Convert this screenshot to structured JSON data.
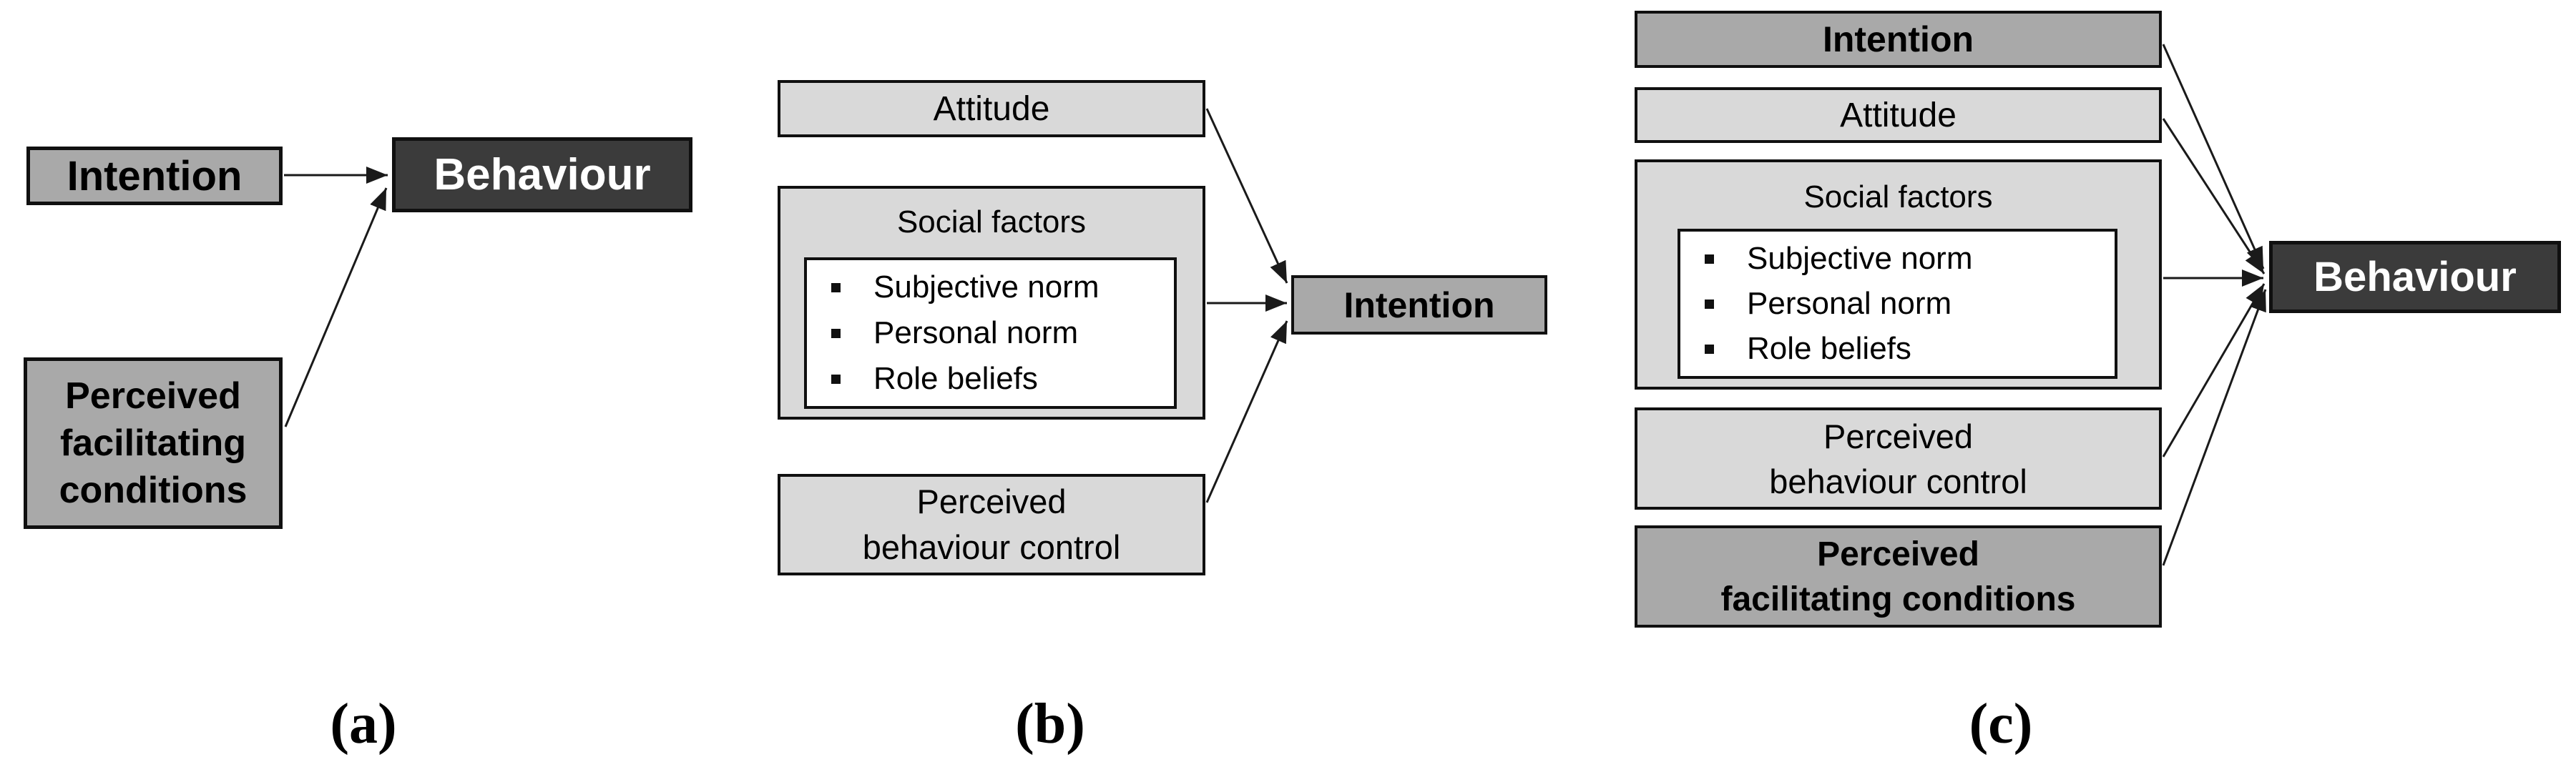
{
  "figure": {
    "panel_a": {
      "caption": "(a)",
      "intention": "Intention",
      "behaviour": "Behaviour",
      "perceived_facilitating_conditions": [
        "Perceived",
        "facilitating",
        "conditions"
      ]
    },
    "panel_b": {
      "caption": "(b)",
      "attitude": "Attitude",
      "social_factors": "Social factors",
      "social_factors_items": [
        "Subjective norm",
        "Personal norm",
        "Role beliefs"
      ],
      "perceived_behaviour_control": [
        "Perceived",
        "behaviour control"
      ],
      "intention": "Intention"
    },
    "panel_c": {
      "caption": "(c)",
      "intention": "Intention",
      "attitude": "Attitude",
      "social_factors": "Social factors",
      "social_factors_items": [
        "Subjective norm",
        "Personal norm",
        "Role beliefs"
      ],
      "perceived_behaviour_control": [
        "Perceived",
        "behaviour control"
      ],
      "perceived_facilitating_conditions": [
        "Perceived",
        "facilitating conditions"
      ],
      "behaviour": "Behaviour"
    },
    "colors": {
      "medium_gray": "#a9a9a9",
      "light_gray": "#d9d9d9",
      "dark_gray": "#3b3b3b",
      "border": "#101010",
      "arrow": "#1a1a1a"
    }
  }
}
